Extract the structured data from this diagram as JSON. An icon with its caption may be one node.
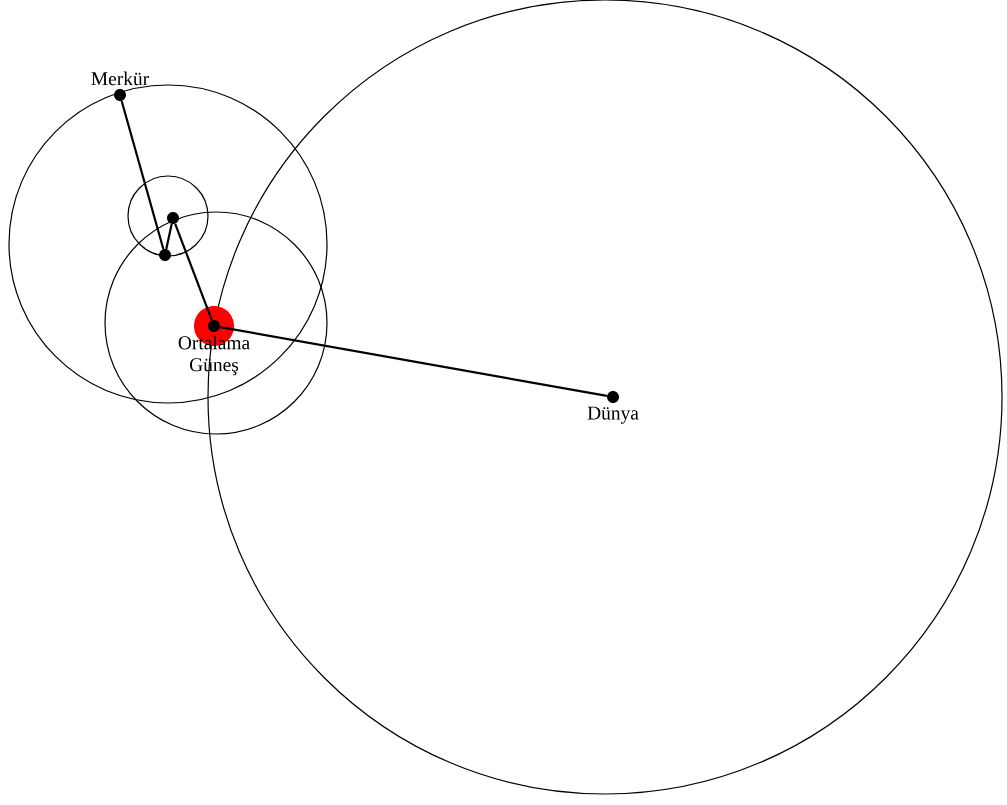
{
  "diagram": {
    "nodes": [
      {
        "text": [
          "Merkür"
        ]
      },
      {
        "text": [],
        "shape": "circle"
      },
      {
        "text": [],
        "shape": "circle"
      },
      {
        "text": [
          "Ortalama Güneş"
        ]
      },
      {
        "text": [
          "Dünya"
        ]
      }
    ],
    "edges": [
      {
        "from": 0,
        "to": 1,
        "arrow": "none"
      },
      {
        "from": 1,
        "to": 2,
        "arrow": "none"
      },
      {
        "from": 2,
        "to": 3,
        "arrow": "none"
      },
      {
        "from": 3,
        "to": 4,
        "arrow": "none"
      }
    ]
  }
}
